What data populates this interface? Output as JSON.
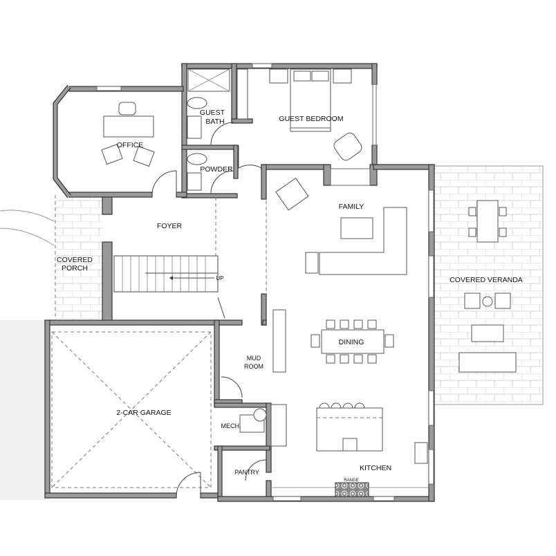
{
  "plan": {
    "rooms": {
      "office": "OFFICE",
      "guest_bath_1": "GUEST",
      "guest_bath_2": "BATH",
      "guest_bedroom": "GUEST BEDROOM",
      "powder": "POWDER",
      "family": "FAMILY",
      "foyer": "FOYER",
      "covered_porch_1": "COVERED",
      "covered_porch_2": "PORCH",
      "up": "UP",
      "covered_veranda": "COVERED VERANDA",
      "dining": "DINING",
      "mud_room_1": "MUD",
      "mud_room_2": "ROOM",
      "garage": "2-CAR GARAGE",
      "mech": "MECH.",
      "pantry": "PANTRY",
      "kitchen": "KITCHEN",
      "range": "RANGE"
    },
    "colors": {
      "wall": "#9a9a9a",
      "line": "#333333",
      "background": "#ffffff"
    }
  }
}
